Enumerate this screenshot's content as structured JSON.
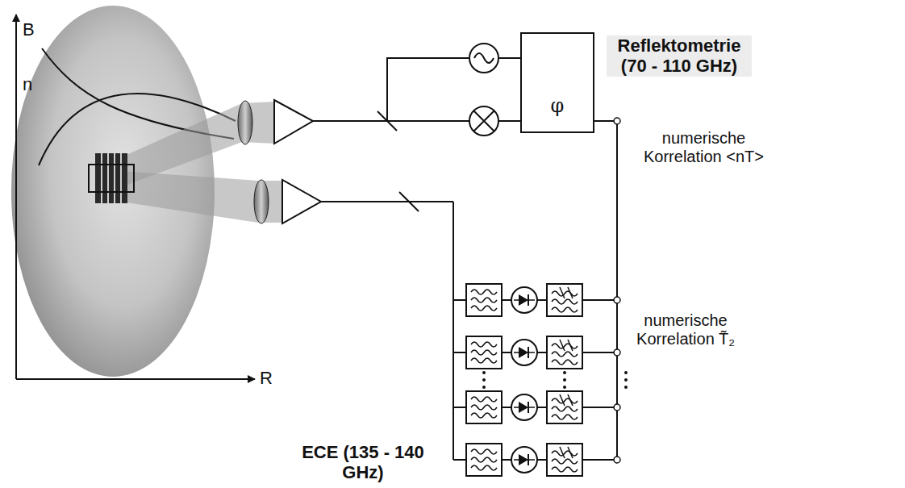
{
  "diagram": {
    "nodes": [
      {
        "text": [
          "φ"
        ]
      }
    ],
    "labels": [
      "B",
      "n",
      "R",
      "Reflektometrie (70 - 110 GHz)",
      "numerische Korrelation <nT>",
      "numerische Korrelation T̃₂",
      "ECE (135 - 140 GHz)"
    ]
  }
}
